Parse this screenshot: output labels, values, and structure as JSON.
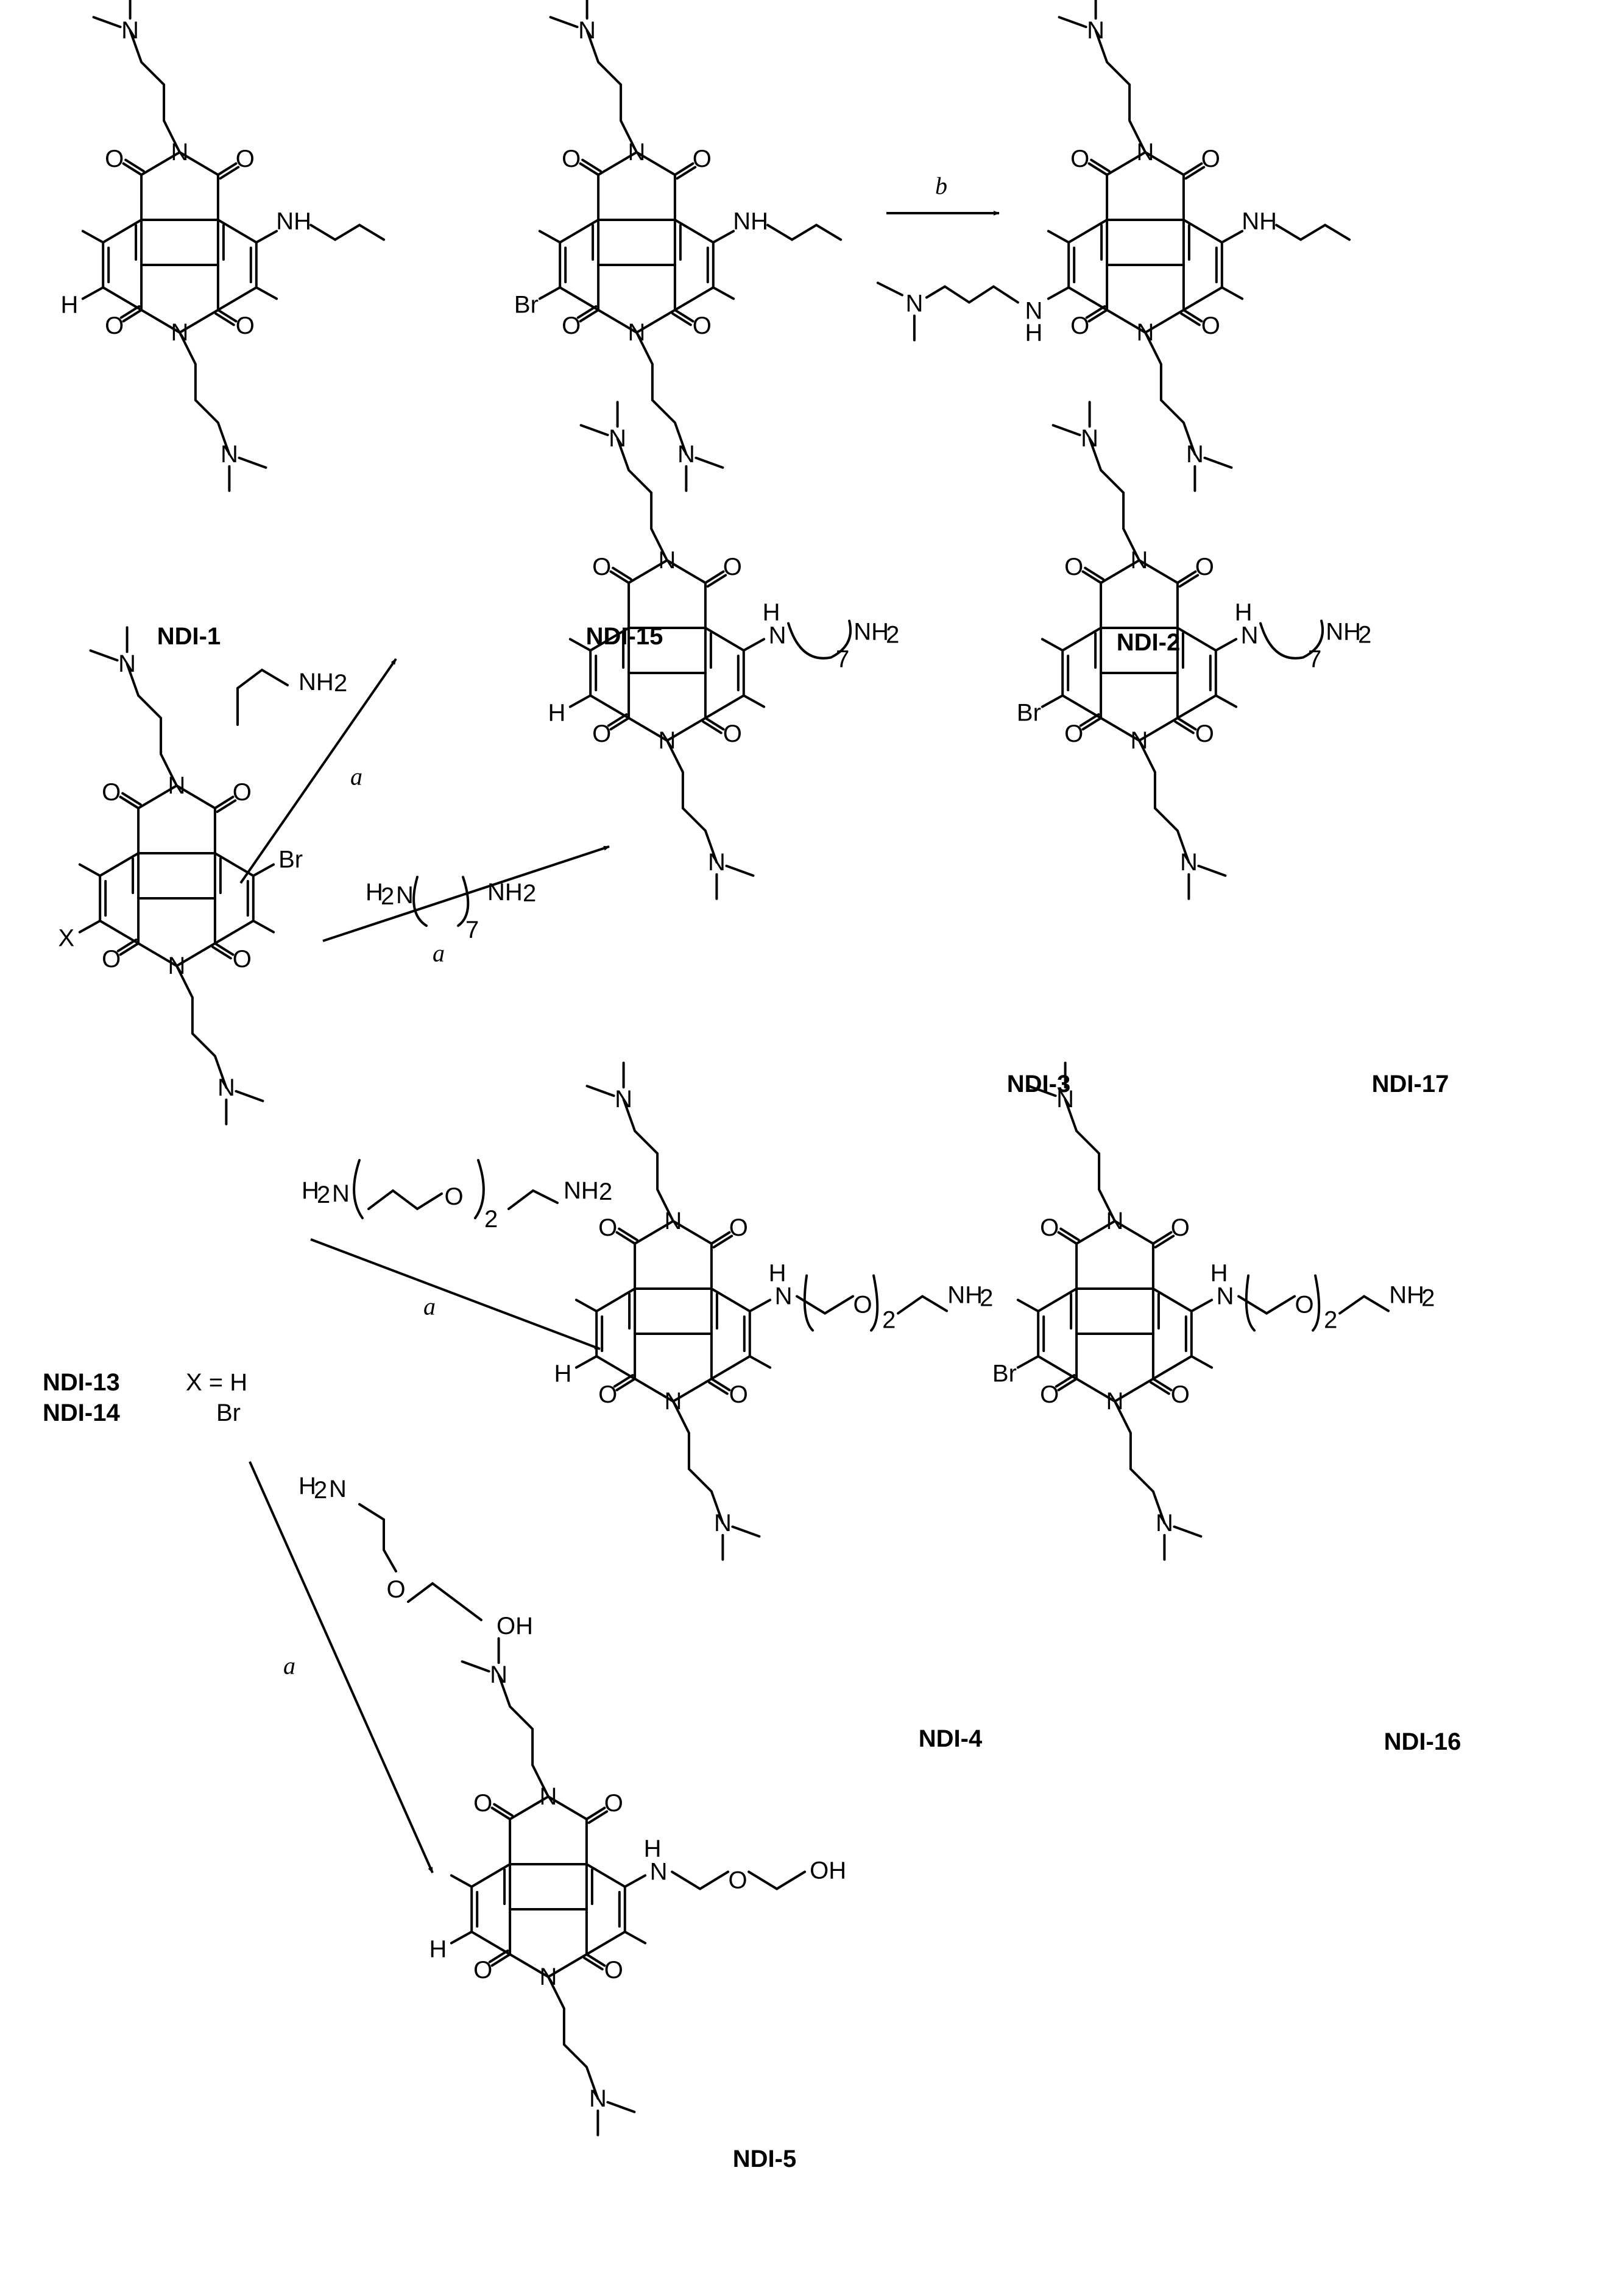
{
  "compounds": [
    {
      "id": "ndi1",
      "label": "NDI-1",
      "substituents": {
        "left": "H",
        "right": "propylamino"
      }
    },
    {
      "id": "ndi15",
      "label": "NDI-15",
      "substituents": {
        "left": "Br",
        "right": "propylamino"
      }
    },
    {
      "id": "ndi2",
      "label": "NDI-2",
      "substituents": {
        "left": "dimethylaminopropylamino",
        "right": "propylamino"
      }
    },
    {
      "id": "ndi13",
      "label": "NDI-13",
      "substituents": {
        "left": "X",
        "right": "Br"
      }
    },
    {
      "id": "ndi14",
      "label": "NDI-14"
    },
    {
      "id": "ndi3",
      "label": "NDI-3",
      "substituents": {
        "left": "H",
        "right": "aminoheptylamino"
      }
    },
    {
      "id": "ndi17",
      "label": "NDI-17",
      "substituents": {
        "left": "Br",
        "right": "aminoheptylamino"
      }
    },
    {
      "id": "ndi4",
      "label": "NDI-4",
      "substituents": {
        "left": "H",
        "right": "peg-amine"
      }
    },
    {
      "id": "ndi16",
      "label": "NDI-16",
      "substituents": {
        "left": "Br",
        "right": "peg-amine"
      }
    },
    {
      "id": "ndi5",
      "label": "NDI-5",
      "substituents": {
        "left": "H",
        "right": "hydroxyethoxyethylamino"
      }
    }
  ],
  "x_definition": {
    "x_eq": "X = H",
    "br": "Br"
  },
  "reactions": [
    {
      "id": "r-propylamine",
      "condition": "a",
      "reagent": "propylamine"
    },
    {
      "id": "r-diaminoheptane",
      "condition": "a",
      "reagent": "diaminoheptane"
    },
    {
      "id": "r-peg-diamine",
      "condition": "a",
      "reagent": "peg-diamine"
    },
    {
      "id": "r-aminoethoxyethanol",
      "condition": "a",
      "reagent": "aminoethoxyethanol"
    },
    {
      "id": "r-b",
      "condition": "b"
    }
  ],
  "atoms": {
    "N": "N",
    "O": "O",
    "H": "H",
    "Br": "Br",
    "X": "X",
    "NH": "NH",
    "NH2": "NH",
    "sub2": "2",
    "sub7": "7",
    "OH": "OH",
    "H2N": "H",
    "N_after": "N"
  }
}
